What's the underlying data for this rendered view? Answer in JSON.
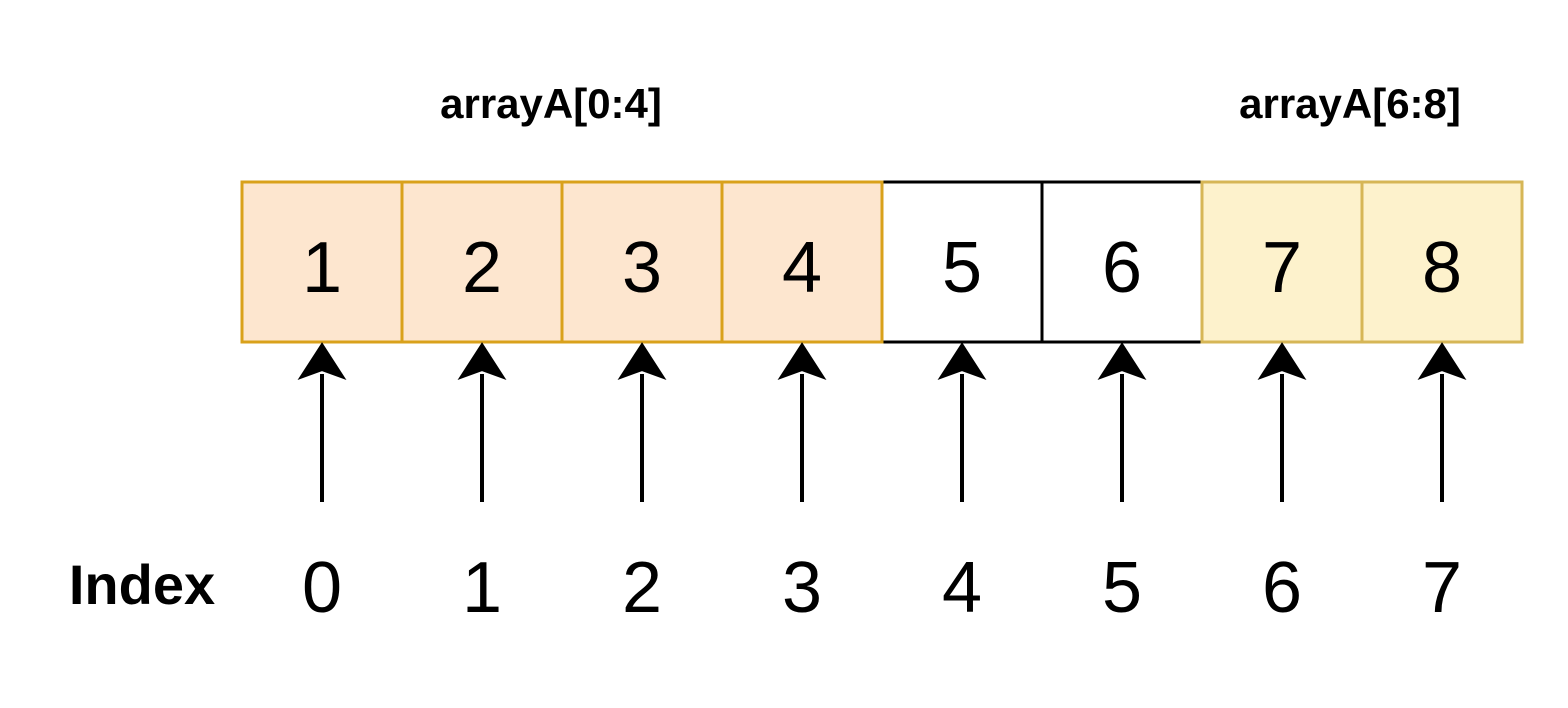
{
  "slices": [
    {
      "label": "arrayA[0:4]",
      "start": 0,
      "end": 4,
      "fill": "#fde6cf",
      "stroke": "#d9a11b"
    },
    {
      "label": "arrayA[6:8]",
      "start": 6,
      "end": 8,
      "fill": "#fdf2cc",
      "stroke": "#d6b656"
    }
  ],
  "array": {
    "values": [
      "1",
      "2",
      "3",
      "4",
      "5",
      "6",
      "7",
      "8"
    ],
    "default_fill": "#ffffff",
    "default_stroke": "#000000"
  },
  "index_row": {
    "title": "Index",
    "values": [
      "0",
      "1",
      "2",
      "3",
      "4",
      "5",
      "6",
      "7"
    ]
  }
}
